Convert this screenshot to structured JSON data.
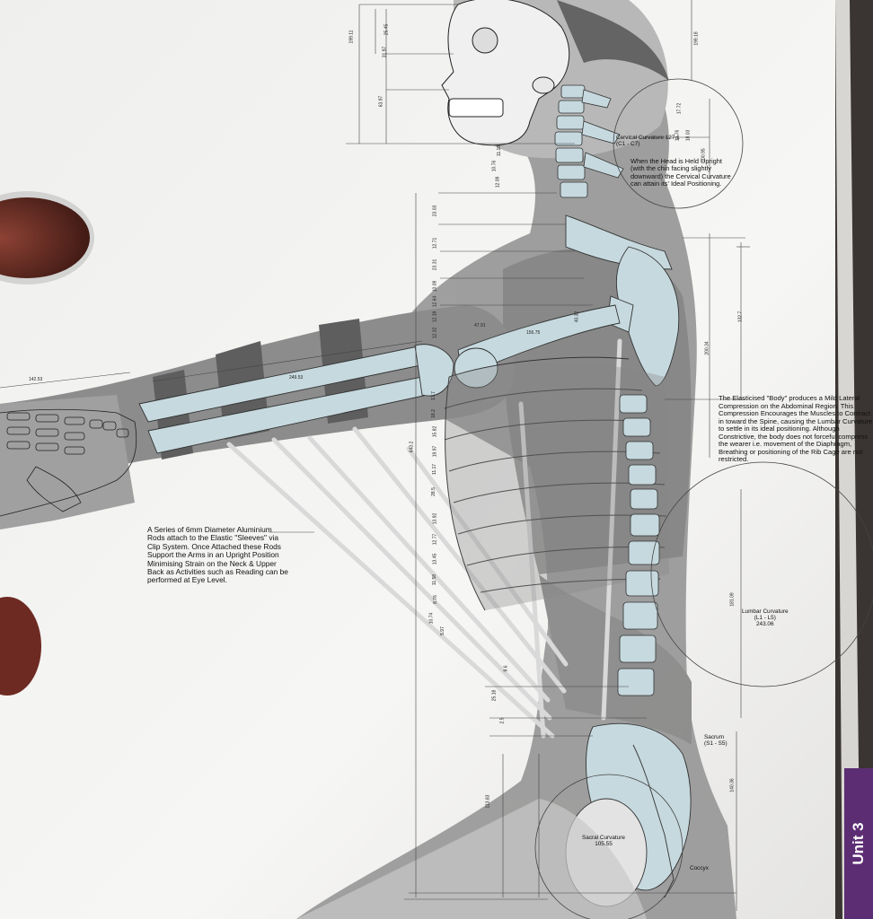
{
  "notes": {
    "neck": "When the Head is Held Upright (with the chin facing slightly downward) the Cervical Curvature can attain its' Ideal Positioning.",
    "body": "The Elasticised \"Body\" produces a Mild Lateral Compression on the Abdominal Region. This Compression Encourages the Muscles to Contract in toward the Spine, causing the Lumbar Curvature to settle in its ideal positioning. Although Constrictive, the body does not forceful compress the wearer i.e. movement of the Diaphragm, Breathing or positioning of the Rib Cage are not restricted.",
    "rods": "A Series of 6mm Diameter Aluminium Rods attach to the Elastic \"Sleeves\" via Clip System. Once Attached these Rods Support the Arms in an Upright Position Minimising Strain on the Neck & Upper Back as Activities such as Reading can be performed at Eye Level."
  },
  "labels": {
    "cervical": "Cervical Curvature 127.1",
    "cervical_range": "(C1 - C7)",
    "lumbar_title": "Lumbar Curvature",
    "lumbar_range": "(L1 - L5)",
    "lumbar_value": "243.06",
    "sacrum_title": "Sacrum",
    "sacrum_range": "(S1 - S5)",
    "sacral_title": "Sacral Curvature",
    "sacral_value": "105.55",
    "coccyx": "Coccyx"
  },
  "dimensions": {
    "d1": "199.11",
    "d2": "25.45",
    "d3": "31.97",
    "d4": "63.97",
    "d5": "199.18",
    "d6": "17.72",
    "d7": "18.03",
    "d8": "13.76",
    "d9": "100.95",
    "d10": "12.09",
    "d11": "10.76",
    "d12": "11.18",
    "d13": "23.03",
    "d14": "12.71",
    "d15": "23.31",
    "d16": "10.09",
    "d17": "12.64",
    "d18": "12.19",
    "d19": "12.32",
    "d20": "47.91",
    "d21": "40.32",
    "d22": "156.75",
    "d23": "249.53",
    "d24": "142.53",
    "d25": "132.7",
    "d26": "200.34",
    "d27": "181.09",
    "d28": "140.36",
    "d29": "113.83",
    "d30": "25.18",
    "d31": "643.2",
    "d32": "17.7",
    "d33": "18.2",
    "d34": "15.82",
    "d35": "19.97",
    "d36": "11.17",
    "d37": "28.5",
    "d38": "13.92",
    "d39": "12.77",
    "d40": "13.45",
    "d41": "11.58",
    "d42": "8.76",
    "d43": "10.74",
    "d44": "5.97",
    "d45": "9.6",
    "d46": "2.5"
  },
  "unit_tab": "Unit 3",
  "colors": {
    "tab": "#5c2d73",
    "bone": "#c6d9de",
    "paper": "#f4f3f0"
  }
}
